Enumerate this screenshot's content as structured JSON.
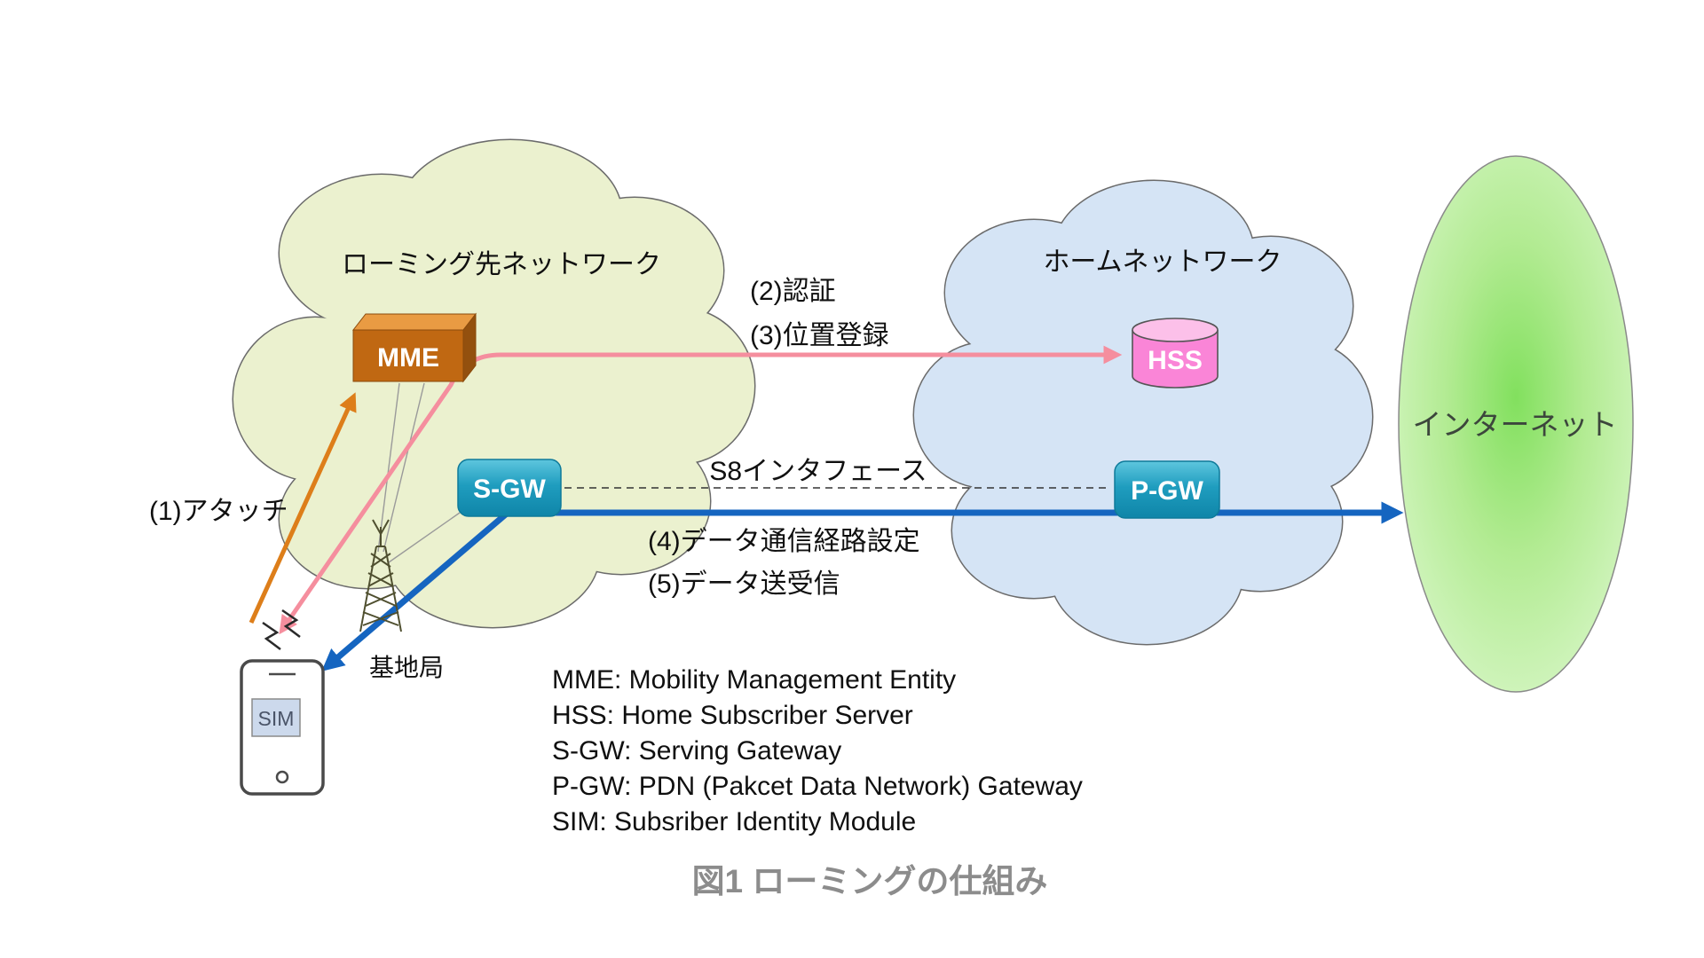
{
  "caption": "図1  ローミングの仕組み",
  "clouds": {
    "roaming": {
      "label": "ローミング先ネットワーク"
    },
    "home": {
      "label": "ホームネットワーク"
    }
  },
  "internet": {
    "label": "インターネット"
  },
  "nodes": {
    "mme": "MME",
    "hss": "HSS",
    "sgw": "S-GW",
    "pgw": "P-GW",
    "sim": "SIM",
    "base_station": "基地局"
  },
  "flows": {
    "attach": "(1)アタッチ",
    "auth": "(2)認証",
    "register": "(3)位置登録",
    "s8": "S8インタフェース",
    "route": "(4)データ通信経路設定",
    "send": "(5)データ送受信"
  },
  "legend": {
    "lines": [
      "MME: Mobility Management Entity",
      "HSS: Home Subscriber Server",
      "S-GW: Serving Gateway",
      "P-GW: PDN (Pakcet Data Network) Gateway",
      "SIM: Subsriber Identity Module"
    ]
  },
  "colors": {
    "roaming_cloud": "#ebf1cf",
    "home_cloud": "#d5e4f5",
    "internet_green": "#8fe36a",
    "mme_orange": "#c06812",
    "gateway_teal": "#1b9cbe",
    "hss_pink": "#fa85d7",
    "arrow_pink": "#f58e9e",
    "arrow_orange": "#dd7e1a",
    "arrow_blue": "#1565c0"
  }
}
